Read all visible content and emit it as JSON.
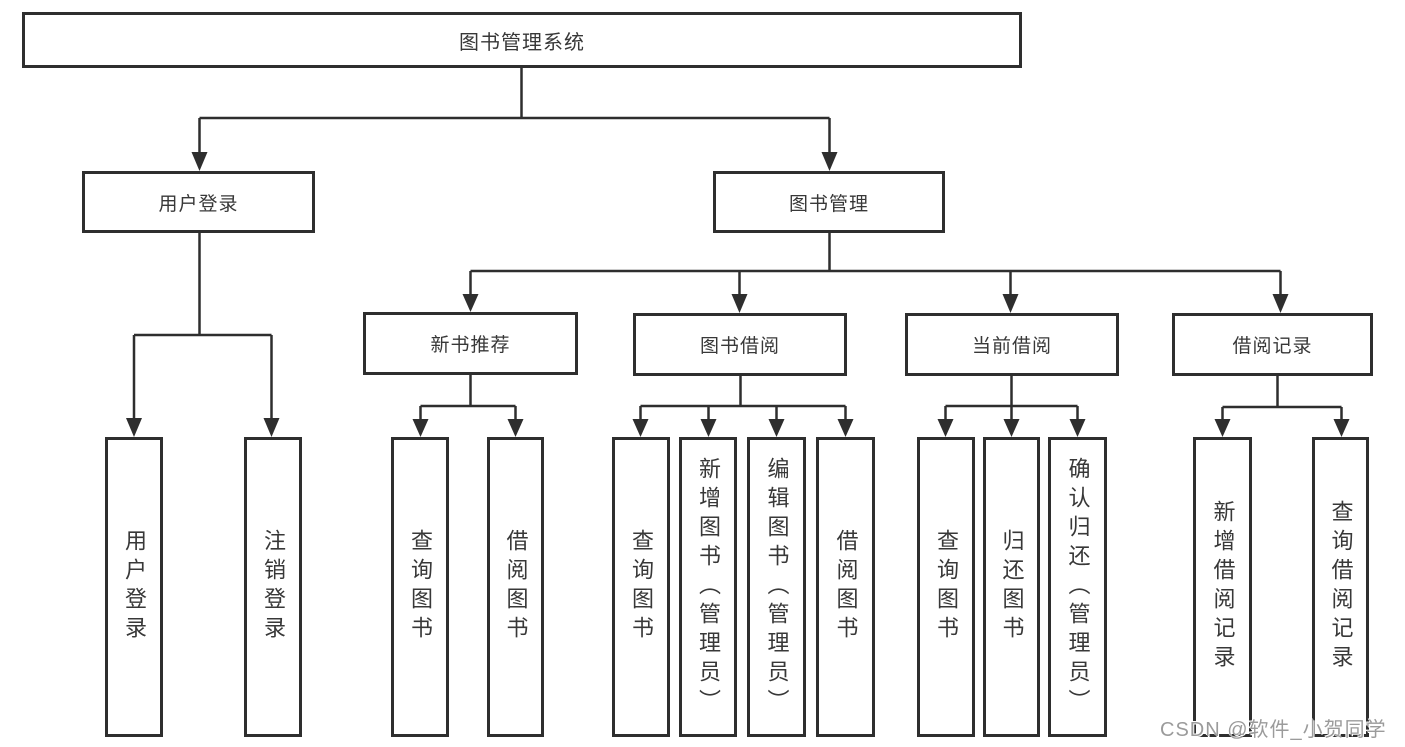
{
  "nodes": {
    "root": "图书管理系统",
    "user_login": "用户登录",
    "book_management": "图书管理",
    "new_book_recommend": "新书推荐",
    "book_borrowing": "图书借阅",
    "current_borrowing": "当前借阅",
    "borrowing_records": "借阅记录",
    "leaf_user_login": "用户登录",
    "leaf_logout": "注销登录",
    "leaf_query_books_1": "查询图书",
    "leaf_borrow_books_1": "借阅图书",
    "leaf_query_books_2": "查询图书",
    "leaf_add_books_admin": "新增图书（管理员）",
    "leaf_edit_books_admin": "编辑图书（管理员）",
    "leaf_borrow_books_2": "借阅图书",
    "leaf_query_books_3": "查询图书",
    "leaf_return_books": "归还图书",
    "leaf_confirm_return_admin": "确认归还（管理员）",
    "leaf_add_borrow_record": "新增借阅记录",
    "leaf_query_borrow_record": "查询借阅记录"
  },
  "watermark": "CSDN @软件_小贺同学",
  "colors": {
    "line": "#2e2e2e",
    "text": "#383838",
    "watermark": "#9b9b9b",
    "background": "#ffffff"
  }
}
